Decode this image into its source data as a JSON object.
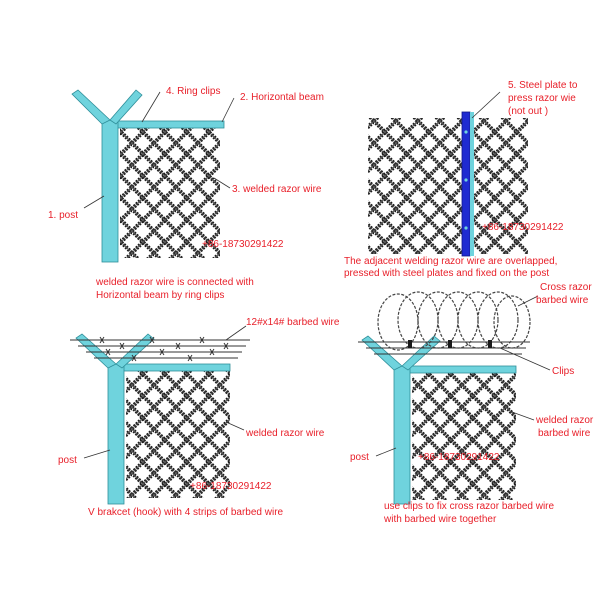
{
  "colors": {
    "post": "#6fd3dd",
    "post_stroke": "#2f8f9a",
    "wire": "#1a1a1a",
    "label": "#e8202a",
    "steel_plate": "#1f2bd1",
    "leader": "#333333"
  },
  "panels": {
    "top_left": {
      "ring_clips": "4. Ring clips",
      "horizontal_beam": "2. Horizontal beam",
      "welded_razor_wire": "3. welded razor wire",
      "post": "1. post",
      "phone": "+86-18730291422",
      "caption_line1": "welded razor wire is connected with",
      "caption_line2": "Horizontal beam by ring clips"
    },
    "top_right": {
      "steel_plate_line1": "5. Steel plate to",
      "steel_plate_line2": "press razor wie",
      "steel_plate_line3": "(not out )",
      "phone": "+86-18730291422",
      "caption_line1": "The adjacent welding razor wire are overlapped,",
      "caption_line2": "pressed with steel plates and fixed on the post"
    },
    "bottom_left": {
      "barbed_wire": "12#x14# barbed wire",
      "welded_razor_wire": "welded razor wire",
      "post": "post",
      "phone": "+86-18730291422",
      "caption": "V brakcet (hook) with 4 strips of barbed wire"
    },
    "bottom_right": {
      "cross_razor_line1": "Cross razor",
      "cross_razor_line2": "barbed wire",
      "clips": "Clips",
      "welded_line1": "welded razor",
      "welded_line2": "barbed wire",
      "post": "post",
      "phone": "+86-18730291422",
      "caption_line1": "use clips to fix cross razor barbed wire",
      "caption_line2": "with barbed wire together"
    }
  }
}
